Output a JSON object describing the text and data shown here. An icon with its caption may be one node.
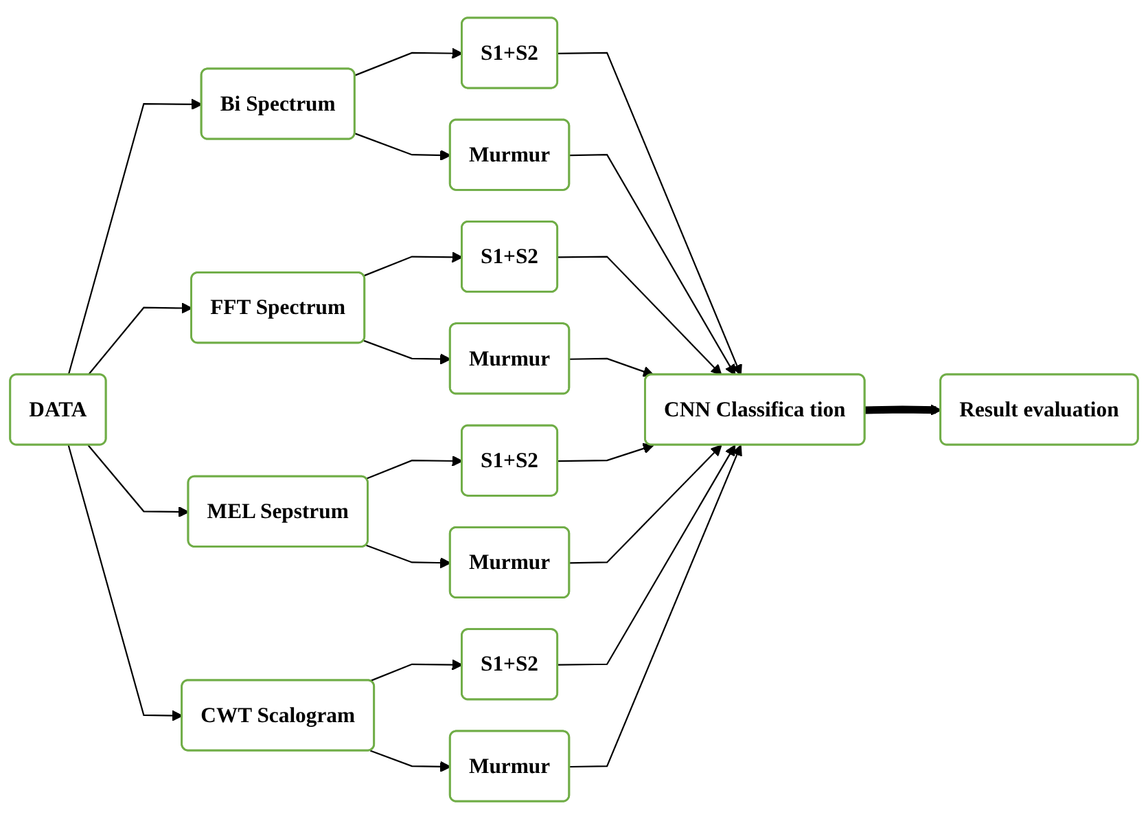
{
  "diagram": {
    "nodes": [
      {
        "text": [
          "DATA"
        ]
      },
      {
        "text": [
          "Bi Spectrum"
        ]
      },
      {
        "text": [
          "S1+S2"
        ]
      },
      {
        "text": [
          "Murmur"
        ]
      },
      {
        "text": [
          "FFT Spectrum"
        ]
      },
      {
        "text": [
          "S1+S2"
        ]
      },
      {
        "text": [
          "Murmur"
        ]
      },
      {
        "text": [
          "MEL Sepstrum"
        ]
      },
      {
        "text": [
          "S1+S2"
        ]
      },
      {
        "text": [
          "Murmur"
        ]
      },
      {
        "text": [
          "CWT Scalogram"
        ]
      },
      {
        "text": [
          "S1+S2"
        ]
      },
      {
        "text": [
          "Murmur"
        ]
      },
      {
        "text": [
          "CNN Classifica tion"
        ]
      },
      {
        "text": [
          "Result evaluation"
        ]
      }
    ],
    "edges": [
      {
        "from": 0,
        "to": 1,
        "arrow": "to"
      },
      {
        "from": 0,
        "to": 4,
        "arrow": "to"
      },
      {
        "from": 0,
        "to": 7,
        "arrow": "to"
      },
      {
        "from": 0,
        "to": 10,
        "arrow": "to"
      },
      {
        "from": 1,
        "to": 2,
        "arrow": "to"
      },
      {
        "from": 1,
        "to": 3,
        "arrow": "to"
      },
      {
        "from": 4,
        "to": 5,
        "arrow": "to"
      },
      {
        "from": 4,
        "to": 6,
        "arrow": "to"
      },
      {
        "from": 7,
        "to": 8,
        "arrow": "to"
      },
      {
        "from": 7,
        "to": 9,
        "arrow": "to"
      },
      {
        "from": 10,
        "to": 11,
        "arrow": "to"
      },
      {
        "from": 10,
        "to": 12,
        "arrow": "to"
      },
      {
        "from": 2,
        "to": 13,
        "arrow": "to"
      },
      {
        "from": 3,
        "to": 13,
        "arrow": "to"
      },
      {
        "from": 5,
        "to": 13,
        "arrow": "to"
      },
      {
        "from": 6,
        "to": 13,
        "arrow": "to"
      },
      {
        "from": 8,
        "to": 13,
        "arrow": "to"
      },
      {
        "from": 9,
        "to": 13,
        "arrow": "to"
      },
      {
        "from": 11,
        "to": 13,
        "arrow": "to"
      },
      {
        "from": 12,
        "to": 13,
        "arrow": "to"
      },
      {
        "from": 13,
        "to": 14,
        "arrow": "to",
        "style": "thick"
      }
    ]
  }
}
